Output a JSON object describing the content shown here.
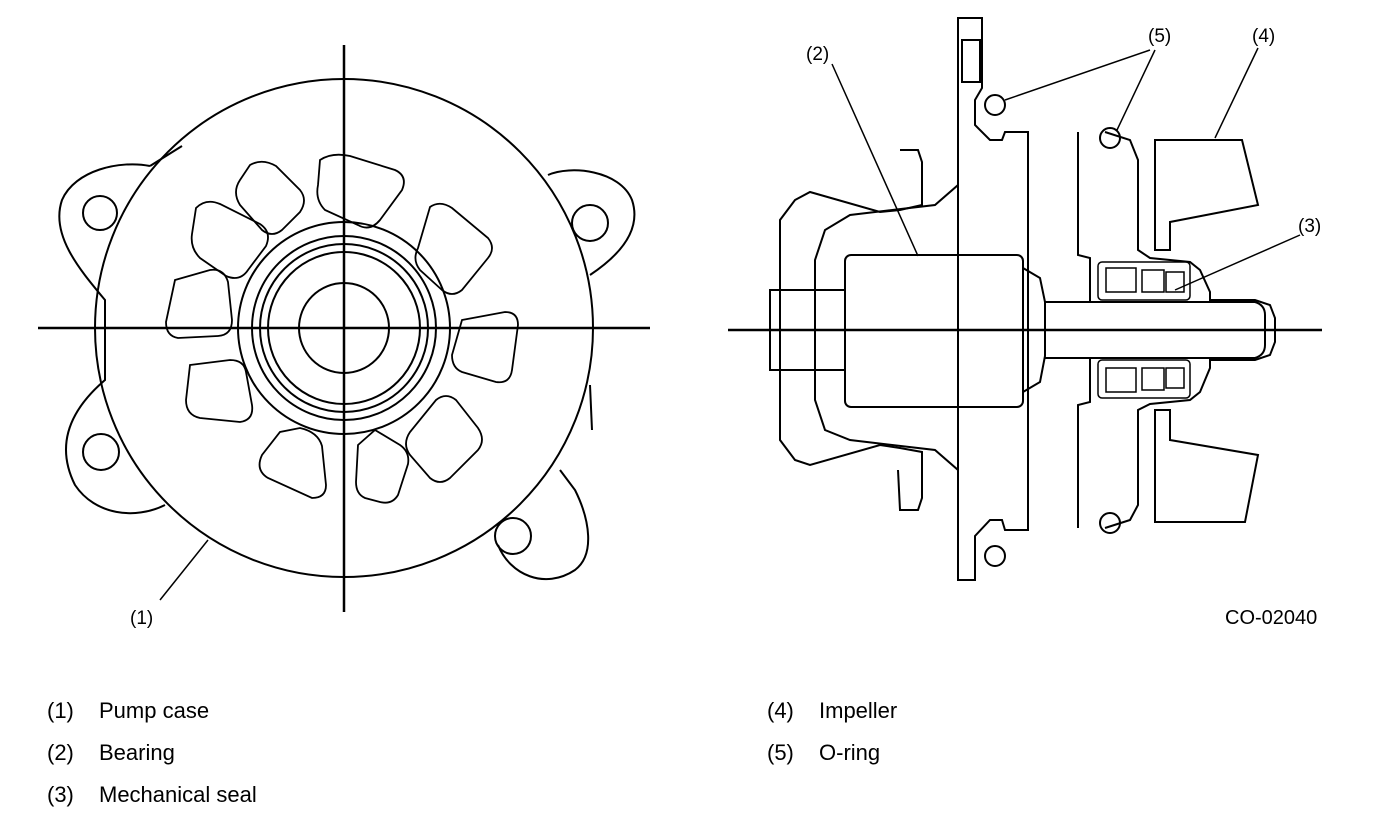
{
  "callouts": {
    "pump_case": "(1)",
    "bearing": "(2)",
    "mechanical_seal": "(3)",
    "impeller": "(4)",
    "o_ring": "(5)"
  },
  "figure_code": "CO-02040",
  "legend": {
    "left": [
      {
        "num": "(1)",
        "text": "Pump case"
      },
      {
        "num": "(2)",
        "text": "Bearing"
      },
      {
        "num": "(3)",
        "text": "Mechanical seal"
      }
    ],
    "right": [
      {
        "num": "(4)",
        "text": "Impeller"
      },
      {
        "num": "(5)",
        "text": "O-ring"
      }
    ]
  }
}
